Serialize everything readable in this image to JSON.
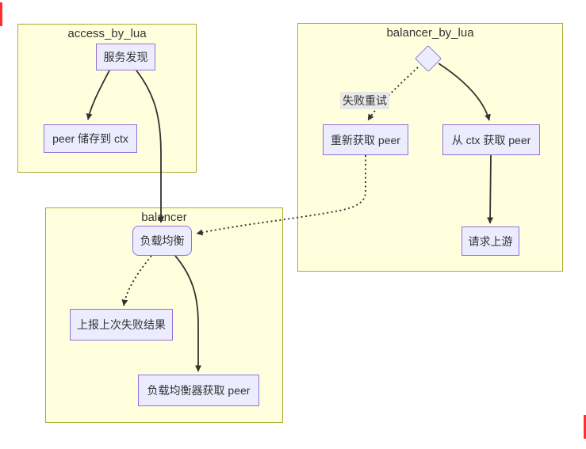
{
  "diagram": {
    "type": "flowchart",
    "clusters": [
      {
        "id": "access_by_lua",
        "label": "access_by_lua"
      },
      {
        "id": "balancer_by_lua",
        "label": "balancer_by_lua"
      },
      {
        "id": "balancer",
        "label": "balancer"
      }
    ],
    "nodes": [
      {
        "id": "service_discovery",
        "label": "服务发现",
        "shape": "rect",
        "cluster": "access_by_lua"
      },
      {
        "id": "peer_store_ctx",
        "label": "peer 储存到 ctx",
        "shape": "rect",
        "cluster": "access_by_lua"
      },
      {
        "id": "retry_decision",
        "label": "",
        "shape": "diamond",
        "cluster": "balancer_by_lua"
      },
      {
        "id": "retry_get_peer",
        "label": "重新获取 peer",
        "shape": "rect",
        "cluster": "balancer_by_lua"
      },
      {
        "id": "ctx_get_peer",
        "label": "从 ctx 获取 peer",
        "shape": "rect",
        "cluster": "balancer_by_lua"
      },
      {
        "id": "request_upstream",
        "label": "请求上游",
        "shape": "rect",
        "cluster": "balancer_by_lua"
      },
      {
        "id": "load_balance",
        "label": "负载均衡",
        "shape": "rounded",
        "cluster": "balancer"
      },
      {
        "id": "report_last_failure",
        "label": "上报上次失败结果",
        "shape": "rect",
        "cluster": "balancer"
      },
      {
        "id": "lb_get_peer",
        "label": "负载均衡器获取 peer",
        "shape": "rect",
        "cluster": "balancer"
      }
    ],
    "edges": [
      {
        "from": "service_discovery",
        "to": "peer_store_ctx",
        "style": "solid",
        "label": ""
      },
      {
        "from": "service_discovery",
        "to": "load_balance",
        "style": "solid",
        "label": ""
      },
      {
        "from": "retry_decision",
        "to": "retry_get_peer",
        "style": "dotted",
        "label": "失败重试"
      },
      {
        "from": "retry_decision",
        "to": "ctx_get_peer",
        "style": "solid",
        "label": ""
      },
      {
        "from": "ctx_get_peer",
        "to": "request_upstream",
        "style": "solid",
        "label": ""
      },
      {
        "from": "retry_get_peer",
        "to": "load_balance",
        "style": "dotted",
        "label": ""
      },
      {
        "from": "load_balance",
        "to": "report_last_failure",
        "style": "dotted",
        "label": ""
      },
      {
        "from": "load_balance",
        "to": "lb_get_peer",
        "style": "solid",
        "label": ""
      }
    ],
    "colors": {
      "cluster_fill": "#ffffde",
      "cluster_border": "#aaaa33",
      "node_fill": "#ececff",
      "node_border": "#9370db",
      "text": "#333333",
      "edge": "#333333",
      "edge_label_bg": "#e8e8e8",
      "artifact_red": "#ff2d2d"
    }
  }
}
